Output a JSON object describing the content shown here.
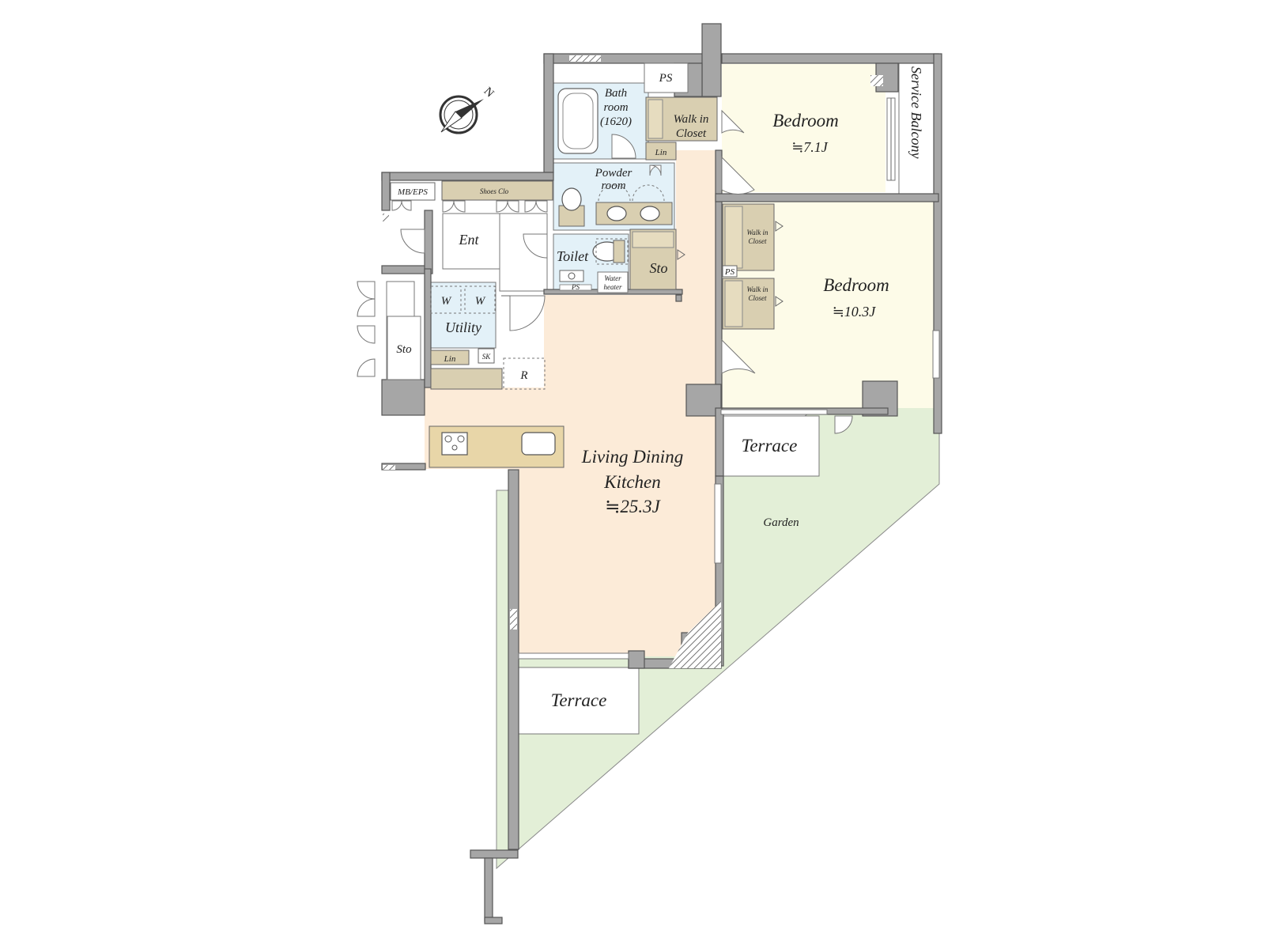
{
  "compass": {
    "north_label": "N",
    "icon": "compass-icon"
  },
  "rooms": {
    "bedroom1": {
      "name": "Bedroom",
      "size": "≒7.1J"
    },
    "bedroom2": {
      "name": "Bedroom",
      "size": "≒10.3J"
    },
    "ldk": {
      "line1": "Living Dining",
      "line2": "Kitchen",
      "size": "≒25.3J"
    },
    "bath": {
      "line1": "Bath",
      "line2": "room",
      "line3": "(1620)"
    },
    "powder": {
      "line1": "Powder",
      "line2": "room"
    },
    "toilet": "Toilet",
    "utility": "Utility",
    "entrance": "Ent",
    "service_balcony": "Service Balcony",
    "terrace_east": "Terrace",
    "terrace_south": "Terrace",
    "garden": "Garden"
  },
  "fixtures": {
    "ps_top": "PS",
    "ps_bedroom": "PS",
    "walk_in_closet_top": {
      "line1": "Walk in",
      "line2": "Closet"
    },
    "walk_in_closet_a": {
      "line1": "Walk in",
      "line2": "Closet"
    },
    "walk_in_closet_b": {
      "line1": "Walk in",
      "line2": "Closet"
    },
    "lin_top": "Lin",
    "lin_utility": "Lin",
    "sto_center": "Sto",
    "sto_left": "Sto",
    "shoes_clo": "Shoes Clo",
    "mb_eps": "MB/EPS",
    "washer1": "W",
    "washer2": "W",
    "sk": "SK",
    "refrigerator": "R",
    "water_heater": {
      "line1": "Water",
      "line2": "heater"
    },
    "ps_small": "PS"
  },
  "colors": {
    "ldk_floor": "#fcebd8",
    "bedroom_floor": "#fdfbe8",
    "wet_area_floor": "#e3f1f8",
    "garden": "#e3efd7",
    "closet": "#d9cfb1",
    "wall": "#a6a6a6"
  }
}
